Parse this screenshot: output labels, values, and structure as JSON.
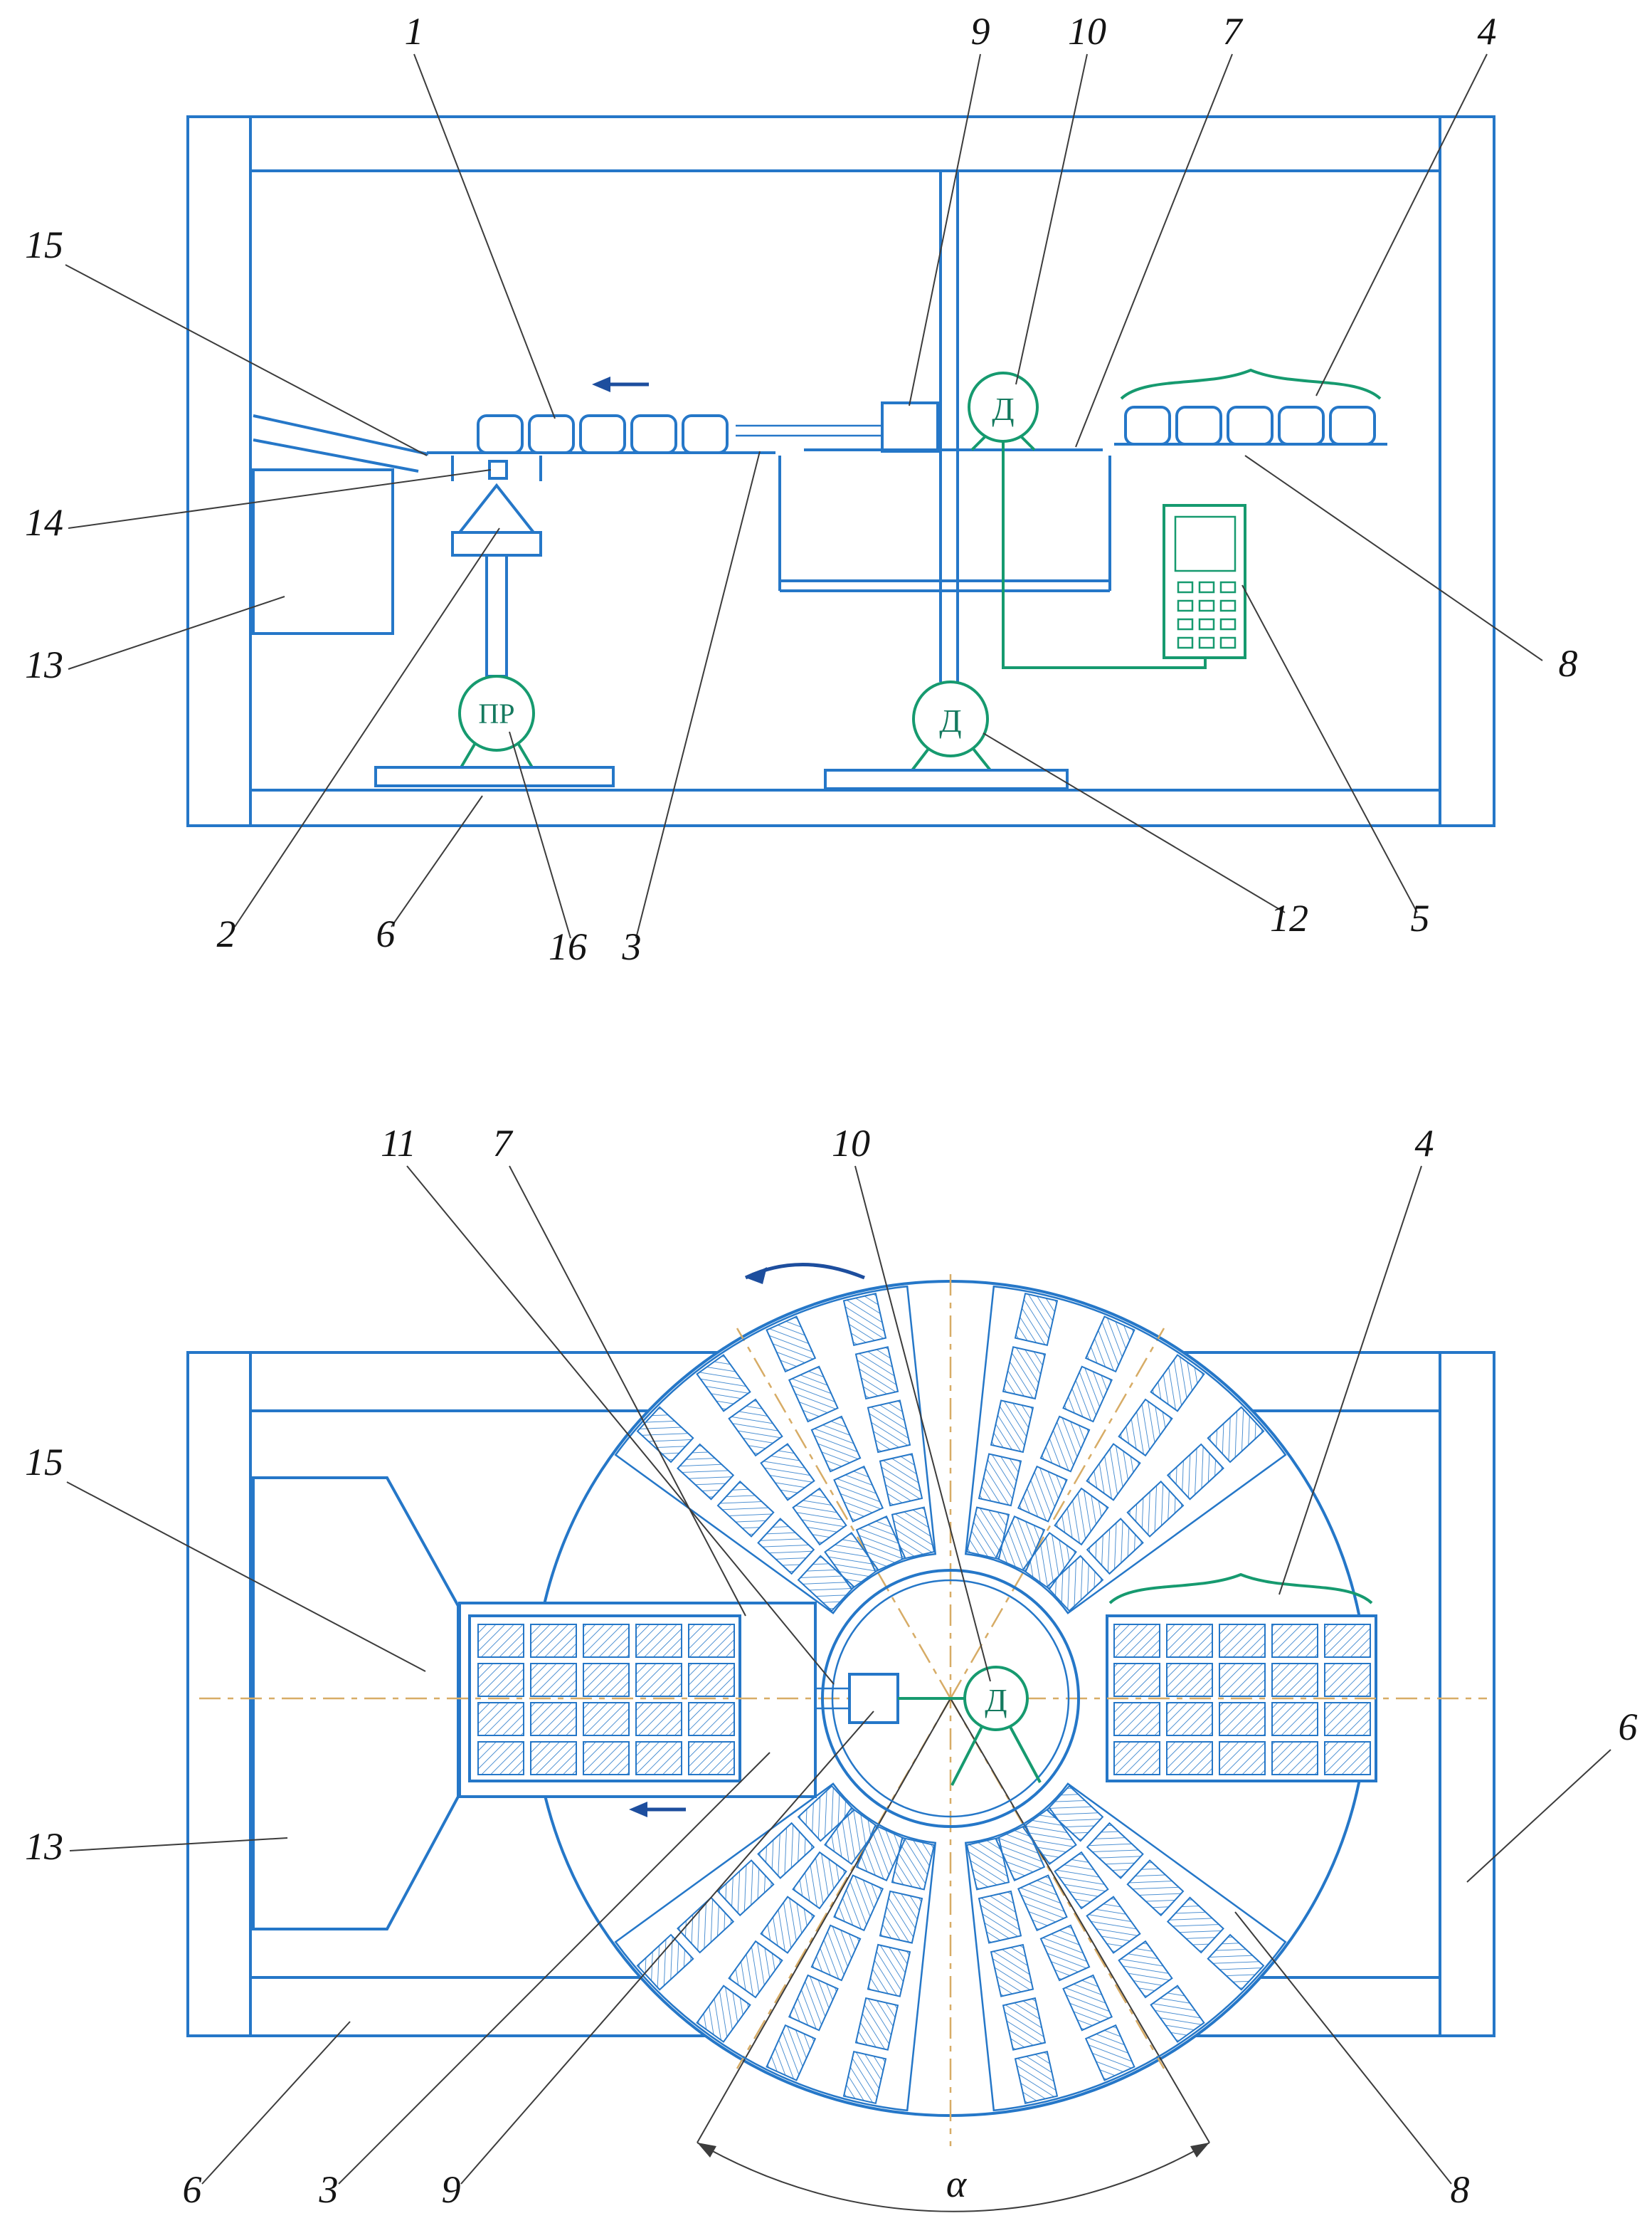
{
  "colors": {
    "line_blue": "#2577c8",
    "line_green": "#169a6f",
    "centerline_tan": "#d7ac66",
    "leader_dark": "#3c3c3c",
    "arrow_dark_blue": "#1d4e9e"
  },
  "figure1": {
    "labels": {
      "n1": "1",
      "n2": "2",
      "n3": "3",
      "n4": "4",
      "n5": "5",
      "n6": "6",
      "n7": "7",
      "n8": "8",
      "n9": "9",
      "n10": "10",
      "n12": "12",
      "n13": "13",
      "n14": "14",
      "n15": "15",
      "n16": "16"
    },
    "motor_top_label": "Д",
    "motor_bottom_label": "Д",
    "press_label": "ПР"
  },
  "figure2": {
    "labels": {
      "n3": "3",
      "n4": "4",
      "n6_right": "6",
      "n6_bottom": "6",
      "n7": "7",
      "n8": "8",
      "n9": "9",
      "n10": "10",
      "n11": "11",
      "n13": "13",
      "n15": "15",
      "alpha": "α"
    },
    "motor_label": "Д"
  }
}
